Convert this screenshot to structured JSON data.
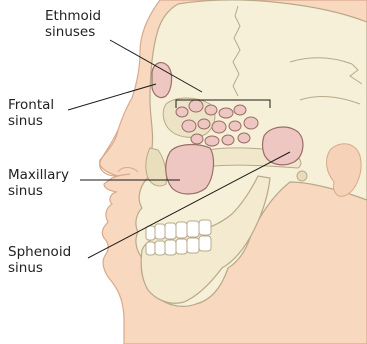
{
  "labels": {
    "ethmoid": {
      "line1": "Ethmoid",
      "line2": "sinuses"
    },
    "frontal": {
      "line1": "Frontal",
      "line2": "sinus"
    },
    "maxillary": {
      "line1": "Maxillary",
      "line2": "sinus"
    },
    "sphenoid": {
      "line1": "Sphenoid",
      "line2": "sinus"
    }
  },
  "colors": {
    "skin": "#f8d8bf",
    "skin_outline": "#d9a98a",
    "bone": "#f6f0d8",
    "bone_outline": "#b8a98a",
    "sinus": "#efc7c2",
    "sinus_outline": "#9a6d66",
    "leader_line": "#1a1a1a"
  }
}
